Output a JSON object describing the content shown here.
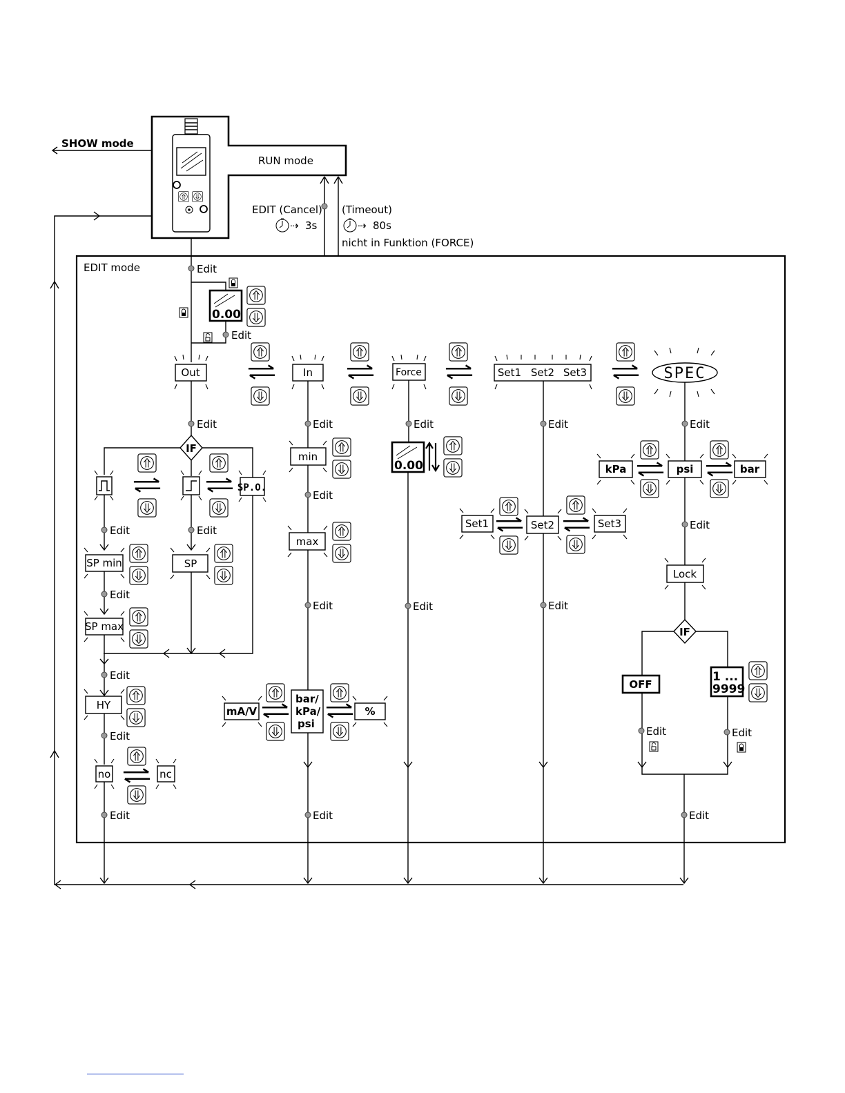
{
  "run": {
    "show_mode": "SHOW mode",
    "run_mode": "RUN mode"
  },
  "exits": {
    "cancel": "EDIT (Cancel)",
    "cancel_time": "3s",
    "timeout": "(Timeout)",
    "timeout_time": "80s",
    "force_note": "nicht in Funktion (FORCE)"
  },
  "edit_mode": {
    "title": "EDIT mode",
    "edit": "Edit"
  },
  "displays": {
    "value": "0.00",
    "code_top": "1 ...",
    "code_bottom": "9999"
  },
  "menu": {
    "out": "Out",
    "in": "In",
    "force": "Force",
    "set1": "Set1",
    "set2": "Set2",
    "set3": "Set3",
    "spec": "SPEC"
  },
  "out_branch": {
    "if": "IF",
    "spo": "SP.O.",
    "sp_min": "SP min",
    "sp_max": "SP max",
    "sp": "SP",
    "hy": "HY",
    "no": "no",
    "nc": "nc"
  },
  "in_branch": {
    "min": "min",
    "max": "max",
    "ma_v": "mA/V",
    "unit_line1": "bar/",
    "unit_line2": "kPa/",
    "unit_line3": "psi",
    "percent": "%"
  },
  "spec_branch": {
    "kpa": "kPa",
    "psi": "psi",
    "bar": "bar",
    "lock": "Lock",
    "if": "IF",
    "off": "OFF"
  },
  "icons": [
    "up-key-icon",
    "down-key-icon",
    "lock-closed-icon",
    "lock-open-icon",
    "stopwatch-icon",
    "device-icon",
    "arrow-icon",
    "toggle-arrows-icon"
  ]
}
